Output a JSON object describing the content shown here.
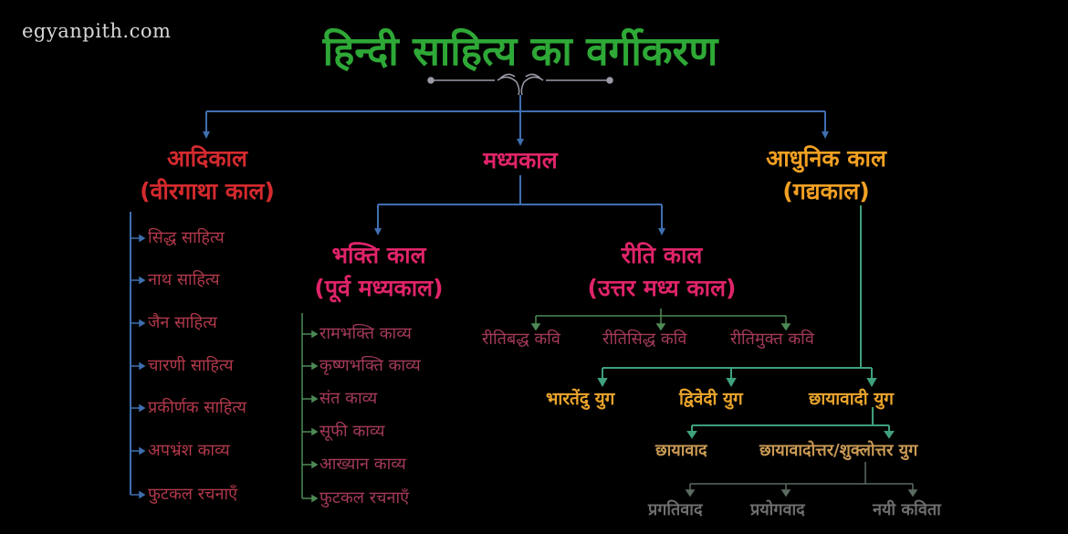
{
  "site": {
    "label": "egyanpith.com"
  },
  "title": "हिन्दी साहित्य का वर्गीकरण",
  "colors": {
    "title": "#2ea836",
    "adikaal": "#d42a2e",
    "madhyakaal": "#e0246a",
    "adhunik": "#f2a023",
    "blue_connector": "#3f6fb0",
    "green_connector": "#3fa07c"
  },
  "periods": {
    "adikaal": {
      "name": "आदिकाल",
      "alt_name": "(वीरगाथा काल)",
      "items": [
        "सिद्ध साहित्य",
        "नाथ साहित्य",
        "जैन साहित्य",
        "चारणी साहित्य",
        "प्रकीर्णक साहित्य",
        "अपभ्रंश काव्य",
        "फुटकल रचनाएँ"
      ]
    },
    "madhyakaal": {
      "name": "मध्यकाल",
      "bhakti": {
        "name": "भक्ति काल",
        "alt_name": "(पूर्व मध्यकाल)",
        "items": [
          "रामभक्ति काव्य",
          "कृष्णभक्ति काव्य",
          "संत काव्य",
          "सूफी काव्य",
          "आख्यान काव्य",
          "फुटकल रचनाएँ"
        ]
      },
      "riti": {
        "name": "रीति काल",
        "alt_name": "(उत्तर मध्य काल)",
        "items": [
          "रीतिबद्ध कवि",
          "रीतिसिद्ध कवि",
          "रीतिमुक्त कवि"
        ]
      }
    },
    "adhunik": {
      "name": "आधुनिक काल",
      "alt_name": "(गद्यकाल)",
      "eras": [
        "भारतेंदु युग",
        "द्विवेदी युग",
        "छायावादी युग"
      ],
      "chhayavadi_subs": [
        "छायावाद",
        "छायावादोत्तर/शुक्लोत्तर युग"
      ],
      "post_chhayavad_subs": [
        "प्रगतिवाद",
        "प्रयोगवाद",
        "नयी कविता"
      ]
    }
  }
}
